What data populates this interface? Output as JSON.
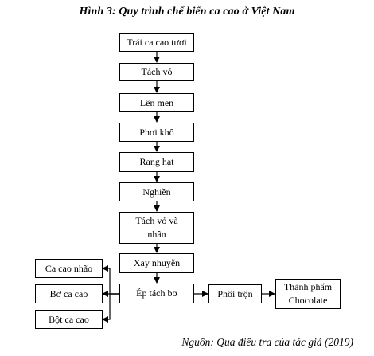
{
  "figure": {
    "caption": "Hình 3: Quy trình chế biến ca cao ở Việt Nam",
    "source": "Nguồn: Qua điều tra của tác giả (2019)"
  },
  "steps": {
    "fresh_pods": "Trái ca cao tươi",
    "shelling": "Tách vỏ",
    "fermenting": "Lên men",
    "drying": "Phơi khô",
    "roasting": "Rang hạt",
    "grinding": "Nghiền",
    "husk_separation": "Tách vỏ và nhân",
    "fine_milling": "Xay nhuyễn",
    "butter_pressing": "Ép tách bơ",
    "blending": "Phối trộn",
    "chocolate": "Thành phẩm Chocolate"
  },
  "outputs": {
    "cocoa_paste": "Ca cao nhão",
    "cocoa_butter": "Bơ ca cao",
    "cocoa_powder": "Bột ca cao"
  },
  "colors": {
    "line": "#000000",
    "background": "#ffffff"
  }
}
